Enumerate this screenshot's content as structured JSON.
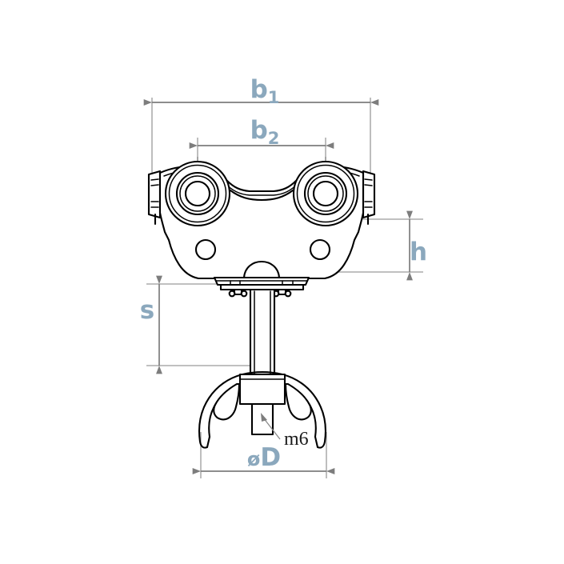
{
  "drawing": {
    "title": "Trolley / roller hanger dimensioned technical drawing",
    "background_color": "#ffffff",
    "line_color": "#000000",
    "dimension_color": "#7d7d7d",
    "label_color": "#8ba8bd",
    "note_color": "#1a1a1a"
  },
  "dimensions": {
    "b1": {
      "label": "b",
      "subscript": "1",
      "name": "overall-width",
      "orientation": "horizontal",
      "position": "top"
    },
    "b2": {
      "label": "b",
      "subscript": "2",
      "name": "wheel-center-distance",
      "orientation": "horizontal",
      "position": "top-inner"
    },
    "h": {
      "label": "h",
      "subscript": "",
      "name": "body-height",
      "orientation": "vertical",
      "position": "right"
    },
    "s": {
      "label": "s",
      "subscript": "",
      "name": "stem-length",
      "orientation": "vertical",
      "position": "left"
    },
    "D": {
      "prefix": "ø",
      "label": "D",
      "subscript": "",
      "name": "yoke-diameter",
      "orientation": "horizontal",
      "position": "bottom"
    }
  },
  "annotations": {
    "thread": {
      "text": "m6",
      "name": "thread-callout",
      "target": "threaded-stud"
    }
  },
  "icons": {
    "arrow": "arrowhead-icon",
    "diameter_symbol": "diameter-symbol-icon"
  }
}
